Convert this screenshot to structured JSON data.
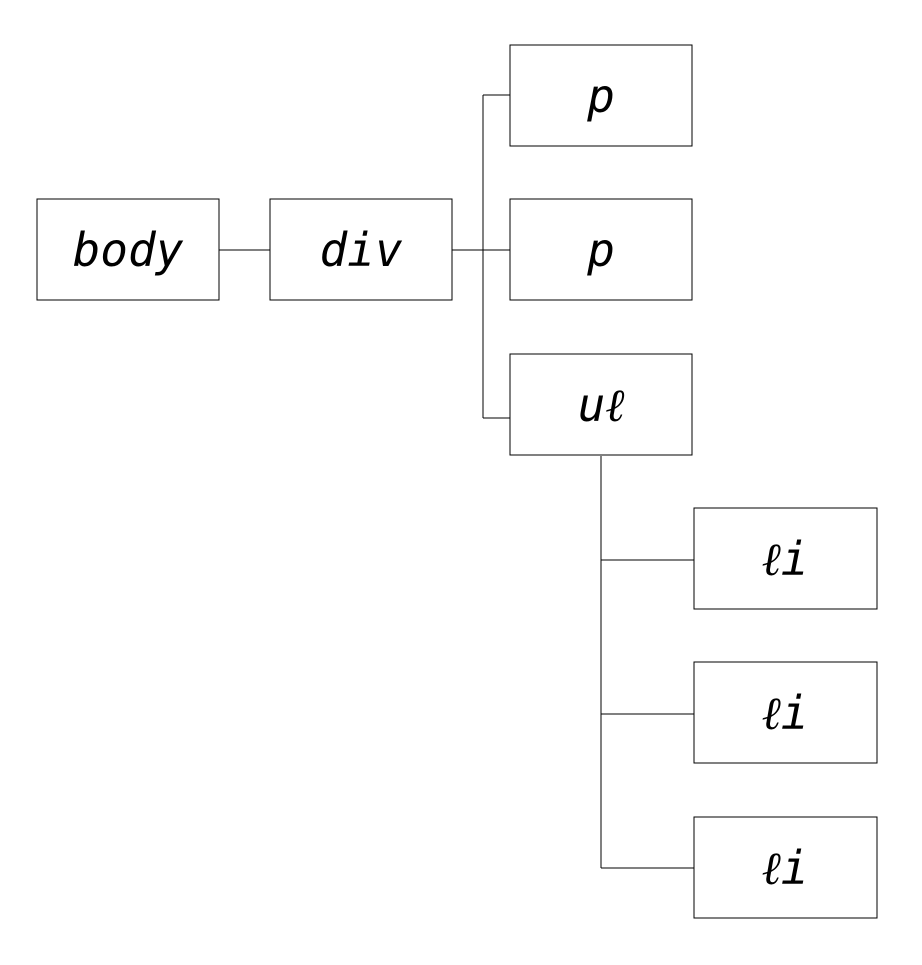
{
  "diagram": {
    "type": "tree",
    "nodes": [
      {
        "id": "body",
        "label": "body"
      },
      {
        "id": "div",
        "label": "div"
      },
      {
        "id": "p1",
        "label": "p"
      },
      {
        "id": "p2",
        "label": "p"
      },
      {
        "id": "ul",
        "label": "uℓ"
      },
      {
        "id": "li1",
        "label": "ℓi"
      },
      {
        "id": "li2",
        "label": "ℓi"
      },
      {
        "id": "li3",
        "label": "ℓi"
      }
    ],
    "edges": [
      {
        "from": "body",
        "to": "div"
      },
      {
        "from": "div",
        "to": "p1"
      },
      {
        "from": "div",
        "to": "p2"
      },
      {
        "from": "div",
        "to": "ul"
      },
      {
        "from": "ul",
        "to": "li1"
      },
      {
        "from": "ul",
        "to": "li2"
      },
      {
        "from": "ul",
        "to": "li3"
      }
    ]
  }
}
